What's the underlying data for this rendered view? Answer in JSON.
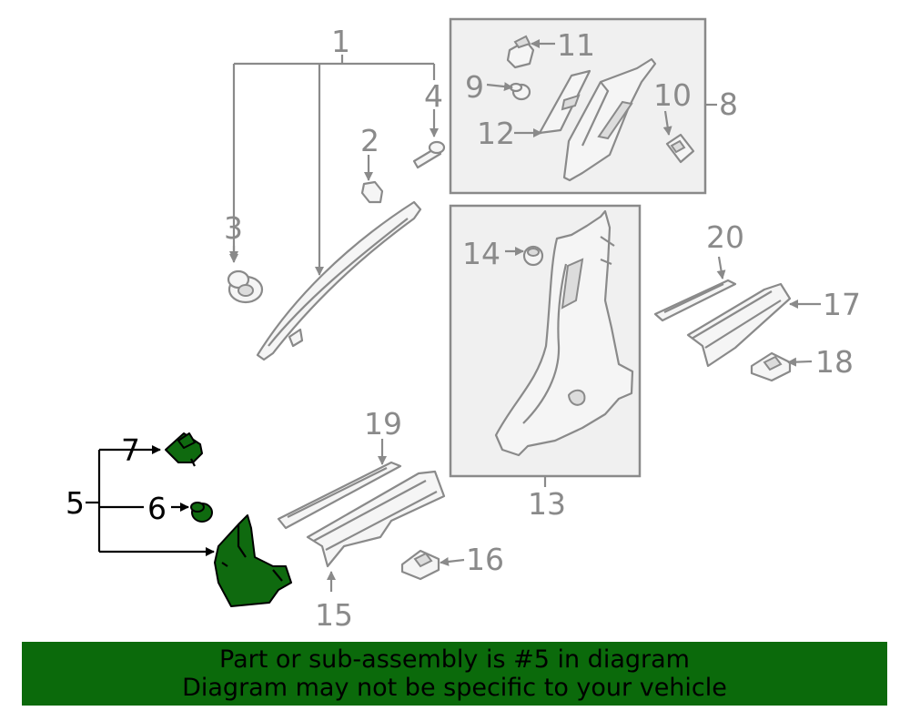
{
  "callouts": {
    "c1": "1",
    "c2": "2",
    "c3": "3",
    "c4": "4",
    "c5": "5",
    "c6": "6",
    "c7": "7",
    "c8": "8",
    "c9": "9",
    "c10": "10",
    "c11": "11",
    "c12": "12",
    "c13": "13",
    "c14": "14",
    "c15": "15",
    "c16": "16",
    "c17": "17",
    "c18": "18",
    "c19": "19",
    "c20": "20"
  },
  "footer": {
    "line1": "Part or sub-assembly is #5 in diagram",
    "line2": "Diagram may not be specific to your vehicle"
  },
  "colors": {
    "highlight": "#0f6a0f",
    "banner": "#0b6a0b",
    "line": "#8a8a8a"
  }
}
